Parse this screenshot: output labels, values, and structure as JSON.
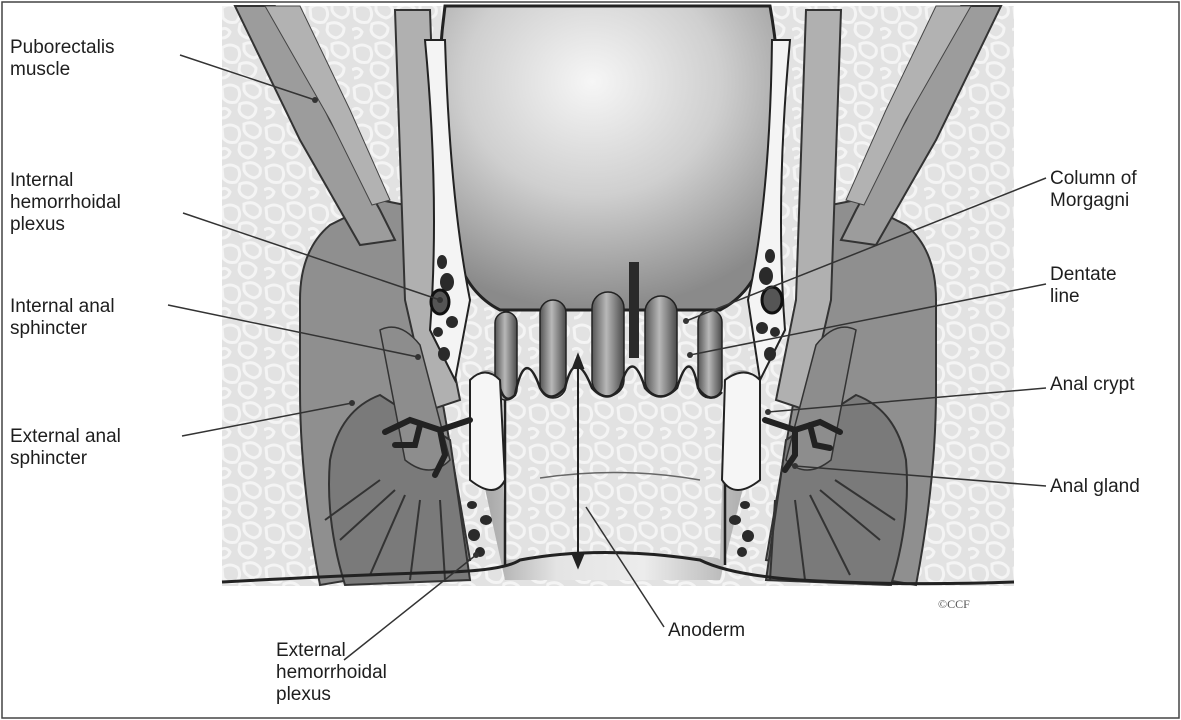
{
  "labels": {
    "puborectalis": "Puborectalis\nmuscle",
    "internal_hemorrhoidal": "Internal\nhemorrhoidal\nplexus",
    "internal_sphincter": "Internal anal\nsphincter",
    "external_sphincter": "External anal\nsphincter",
    "external_hemorrhoidal": "External\nhemorrhoidal\nplexus",
    "anoderm": "Anoderm",
    "column_of_morgagni": "Column of\nMorgagni",
    "dentate_line": "Dentate\nline",
    "anal_crypt": "Anal crypt",
    "anal_gland": "Anal gland"
  },
  "copyright": "©CCF"
}
